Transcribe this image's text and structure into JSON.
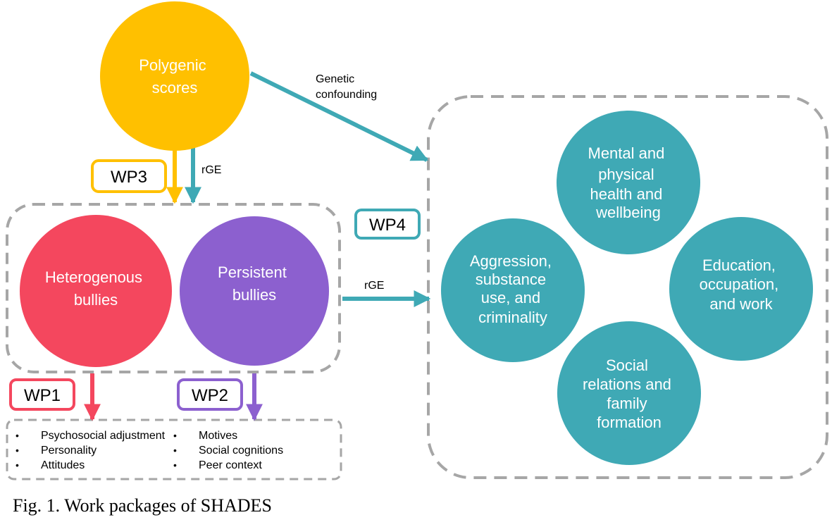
{
  "colors": {
    "gold": "#FFC000",
    "teal": "#3FA9B5",
    "red": "#F4475E",
    "purple": "#8C60CF",
    "gray": "#A6A6A6"
  },
  "nodes": {
    "polygenic": [
      "Polygenic",
      "scores"
    ],
    "heterogenous": [
      "Heterogenous",
      "bullies"
    ],
    "persistent": [
      "Persistent",
      "bullies"
    ],
    "mental": [
      "Mental and",
      "physical",
      "health and",
      "wellbeing"
    ],
    "aggression": [
      "Aggression,",
      "substance",
      "use, and",
      "criminality"
    ],
    "education": [
      "Education,",
      "occupation,",
      "and work"
    ],
    "social": [
      "Social",
      "relations and",
      "family",
      "formation"
    ]
  },
  "labels": {
    "wp1": "WP1",
    "wp2": "WP2",
    "wp3": "WP3",
    "wp4": "WP4",
    "genetic_confounding": [
      "Genetic",
      "confounding"
    ],
    "rge_top": "rGE",
    "rge_mid": "rGE"
  },
  "lists": {
    "left": [
      "Psychosocial adjustment",
      "Personality",
      "Attitudes"
    ],
    "right": [
      "Motives",
      "Social cognitions",
      "Peer context"
    ]
  },
  "caption": "Fig. 1. Work packages of SHADES"
}
